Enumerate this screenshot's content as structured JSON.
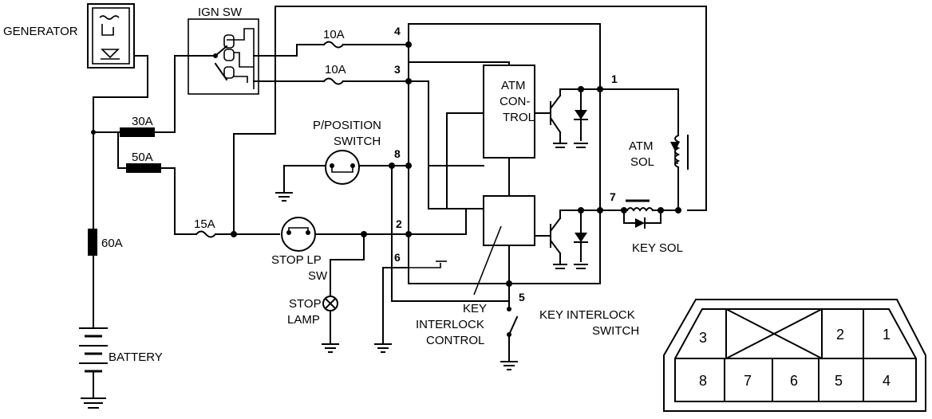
{
  "labels": {
    "generator": "GENERATOR",
    "ign_sw": "IGN SW",
    "fuse_10a_top": "10A",
    "fuse_10a_mid": "10A",
    "fuse_30a": "30A",
    "fuse_50a": "50A",
    "fuse_15a": "15A",
    "fuse_60a": "60A",
    "battery": "BATTERY",
    "p_position_1": "P/POSITION",
    "p_position_2": "SWITCH",
    "stop_lp_1": "STOP LP",
    "stop_lp_2": "SW",
    "stop_lamp_1": "STOP",
    "stop_lamp_2": "LAMP",
    "atm_control_1": "ATM",
    "atm_control_2": "CON-",
    "atm_control_3": "TROL",
    "atm_sol_1": "ATM",
    "atm_sol_2": "SOL",
    "key_sol": "KEY SOL",
    "key_interlock_control_1": "KEY",
    "key_interlock_control_2": "INTERLOCK",
    "key_interlock_control_3": "CONTROL",
    "key_interlock_switch_1": "KEY INTERLOCK",
    "key_interlock_switch_2": "SWITCH"
  },
  "terminals": {
    "t4": "4",
    "t3": "3",
    "t8": "8",
    "t2": "2",
    "t6": "6",
    "t5": "5",
    "t1": "1",
    "t7": "7"
  },
  "connector": {
    "top_row": [
      "3",
      "2",
      "1"
    ],
    "bottom_row": [
      "8",
      "7",
      "6",
      "5",
      "4"
    ]
  }
}
